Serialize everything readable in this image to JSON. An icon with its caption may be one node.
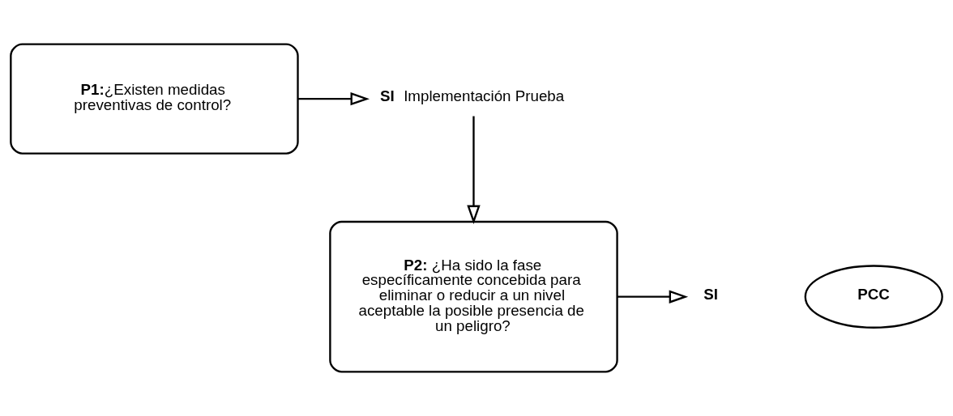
{
  "diagram": {
    "nodes": [
      {
        "text": [
          "**P1:**¿Existen medidas preventivas de control?"
        ]
      },
      {
        "text": [
          "SI"
        ],
        "beside": [
          "Implementación Prueba"
        ]
      },
      {
        "text": [
          "**P2:** ¿Ha sido la fase específicamente concebida para eliminar o reducir a un nivel aceptable la posible presencia de un peligro?"
        ]
      },
      {
        "text": [
          "SI"
        ]
      },
      {
        "text": [
          "PCC"
        ]
      }
    ],
    "edges": [
      {
        "from": 0,
        "to": 1,
        "arrow": "to"
      },
      {
        "from": 1,
        "to": 2,
        "arrow": "to"
      },
      {
        "from": 2,
        "to": 3,
        "arrow": "to"
      }
    ]
  }
}
